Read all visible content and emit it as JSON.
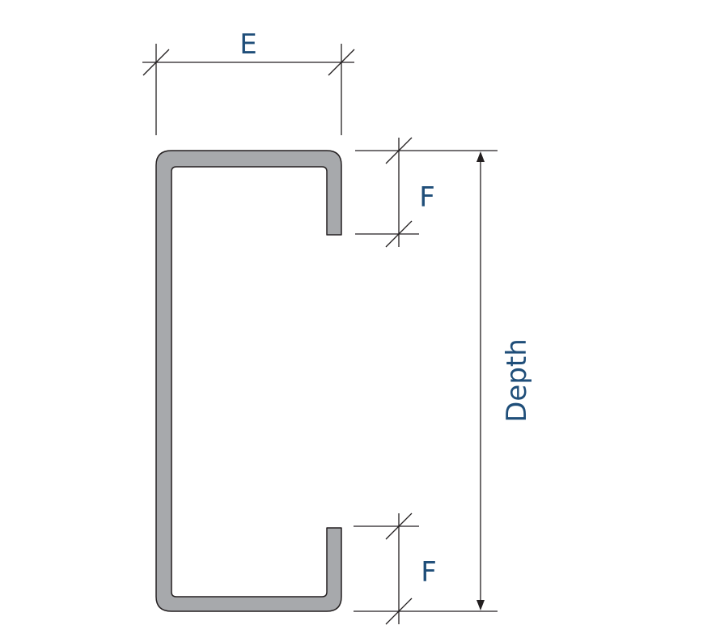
{
  "diagram": {
    "type": "C-section profile dimension drawing",
    "labels": {
      "width": "E",
      "lip_top": "F",
      "lip_bottom": "F",
      "depth": "Depth"
    },
    "colors": {
      "section_fill": "#a7a9ac",
      "section_stroke": "#231f20",
      "dimension_line": "#231f20",
      "label_text": "#1f4e79",
      "background": "#ffffff"
    }
  }
}
